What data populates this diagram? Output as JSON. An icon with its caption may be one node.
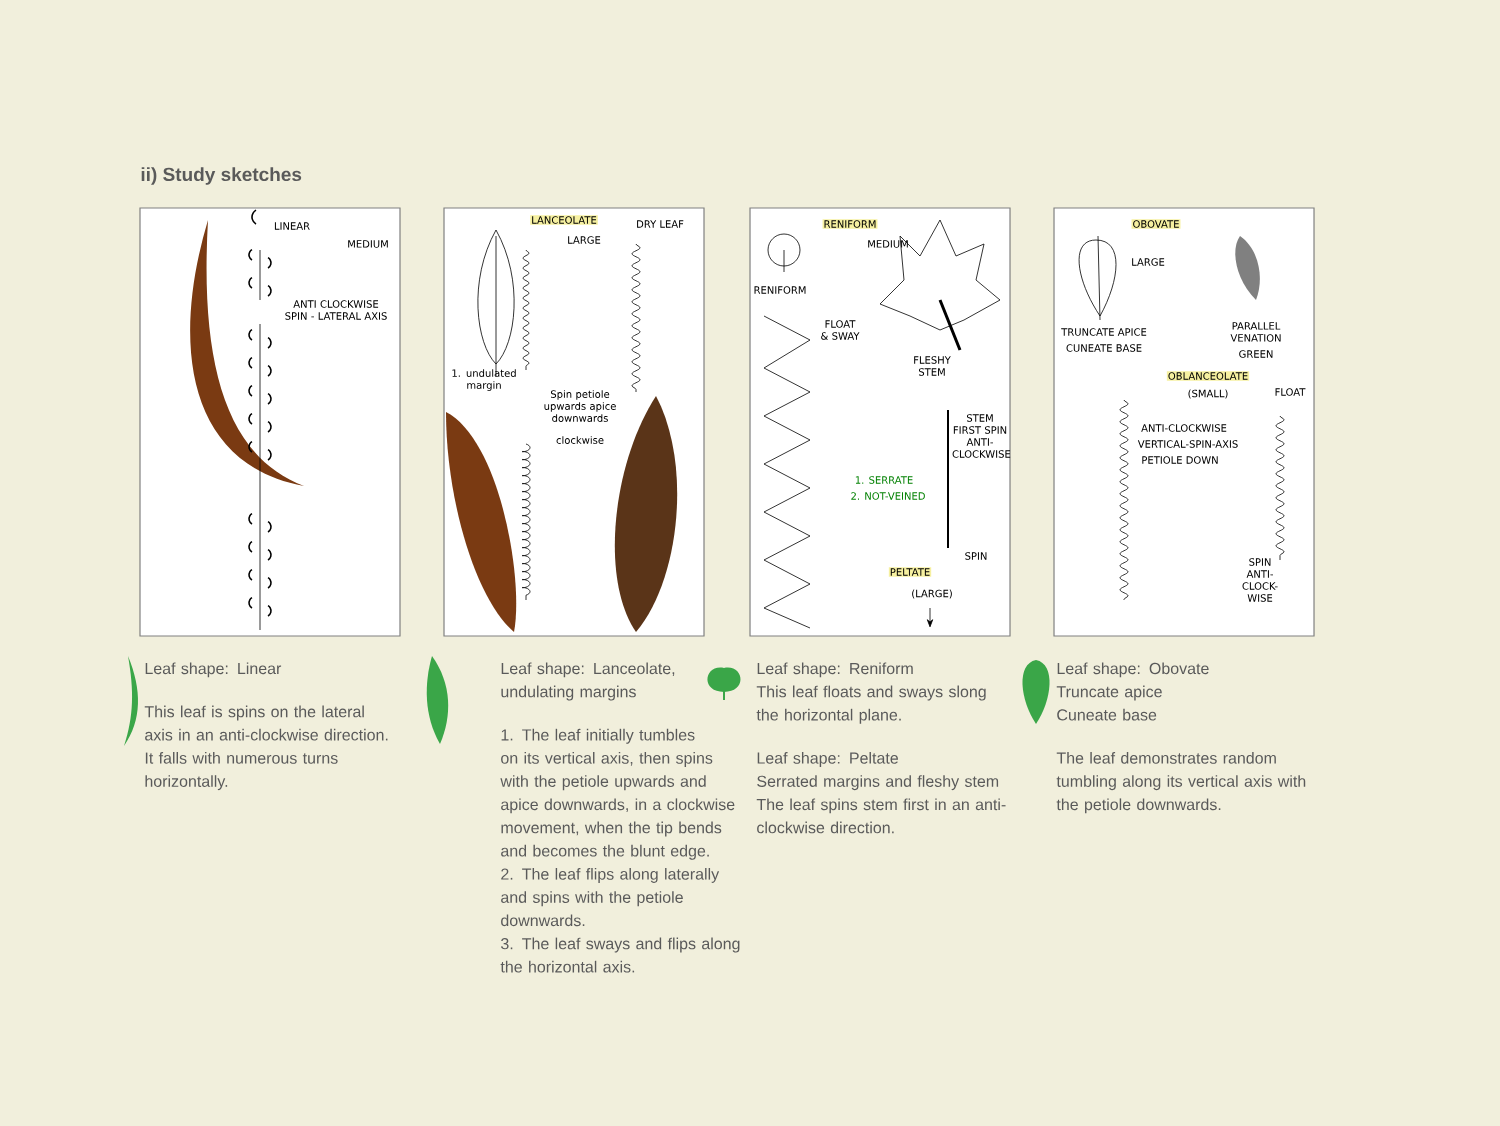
{
  "diagram": {
    "title": "ii) Study sketches",
    "nodes": [
      {
        "text": [
          "LINEAR",
          "MEDIUM",
          "ANTI CLOCKWISE SPIN - LATERAL AXIS"
        ],
        "beside": [
          "Leaf shape: Linear",
          "This leaf is spins on the lateral axis in an anti-clockwise direction. It falls with numerous turns horizontally."
        ]
      },
      {
        "text": [
          "LANCEOLATE",
          "LARGE",
          "DRY LEAF",
          "1. undulated margin",
          "Spin petiole upwards apice downwards",
          "clockwise"
        ],
        "beside": [
          "Leaf shape: Lanceolate, undulating margins",
          "1. The leaf initially tumbles on its vertical axis, then spins with the petiole upwards and apice downwards, in a clockwise movement, when the tip bends and becomes the blunt edge.",
          "2. The leaf flips along laterally and spins with the petiole downwards.",
          "3. The leaf sways and flips along the horizontal axis."
        ]
      },
      {
        "text": [
          "RENIFORM",
          "MEDIUM",
          "RENIFORM",
          "FLOAT & SWAY",
          "FLESHY STEM",
          "STEM FIRST SPIN ANTI-CLOCKWISE",
          "1. SERRATE",
          "2. NOT-VEINED",
          "SPIN",
          "PELTATE",
          "(LARGE)"
        ],
        "beside": [
          "Leaf shape: Reniform",
          "This leaf floats and sways slong the horizontal plane.",
          "Leaf shape: Peltate",
          "Serrated margins and fleshy stem",
          "The leaf spins stem first in an anti-clockwise direction."
        ]
      },
      {
        "text": [
          "OBOVATE",
          "LARGE",
          "TRUNCATE APICE",
          "CUNEATE BASE",
          "PARALLEL VENATION",
          "GREEN",
          "OBLANCEOLATE",
          "(SMALL)",
          "FLOAT",
          "ANTI-CLOCKWISE",
          "VERTICAL-SPIN-AXIS",
          "PETIOLE DOWN",
          "SPIN ANTI-CLOCK-WISE"
        ],
        "beside": [
          "Leaf shape: Obovate",
          "Truncate apice",
          "Cuneate base",
          "The leaf demonstrates random tumbling along its vertical axis with the petiole downwards."
        ]
      }
    ]
  }
}
